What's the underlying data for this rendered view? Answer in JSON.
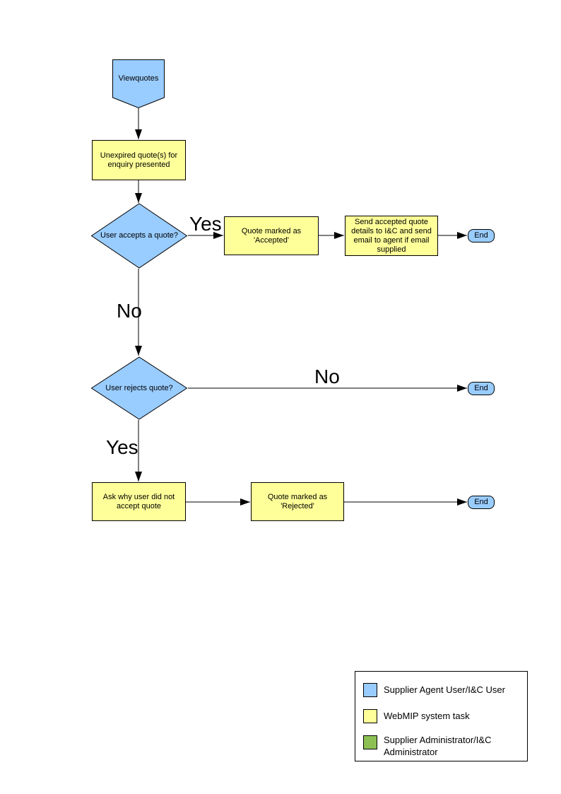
{
  "diagram": {
    "nodes": {
      "start": {
        "label": "Viewquotes"
      },
      "present_quotes": {
        "label": "Unexpired quote(s) for enquiry presented"
      },
      "accept_decision": {
        "label": "User accepts a quote?"
      },
      "mark_accepted": {
        "label": "Quote  marked as 'Accepted'"
      },
      "send_details": {
        "label": "Send accepted quote details to I&C and send email to agent if email supplied"
      },
      "end_accept": {
        "label": "End"
      },
      "reject_decision": {
        "label": "User rejects quote?"
      },
      "end_no_reject": {
        "label": "End"
      },
      "ask_why": {
        "label": "Ask why user did not accept quote"
      },
      "mark_rejected": {
        "label": "Quote  marked as 'Rejected'"
      },
      "end_reject": {
        "label": "End"
      }
    },
    "edge_labels": {
      "accept_yes": "Yes",
      "accept_no": "No",
      "reject_no": "No",
      "reject_yes": "Yes"
    },
    "colors": {
      "actor_blue": "#99CCFF",
      "task_yellow": "#FFFF99",
      "admin_green": "#8DC053",
      "line_black": "#000000"
    },
    "legend": {
      "items": [
        {
          "label": "Supplier Agent User/I&C User",
          "color": "#99CCFF"
        },
        {
          "label": "WebMIP system task",
          "color": "#FFFF99"
        },
        {
          "label": "Supplier Administrator/I&C Administrator",
          "color": "#8DC053"
        }
      ]
    }
  }
}
